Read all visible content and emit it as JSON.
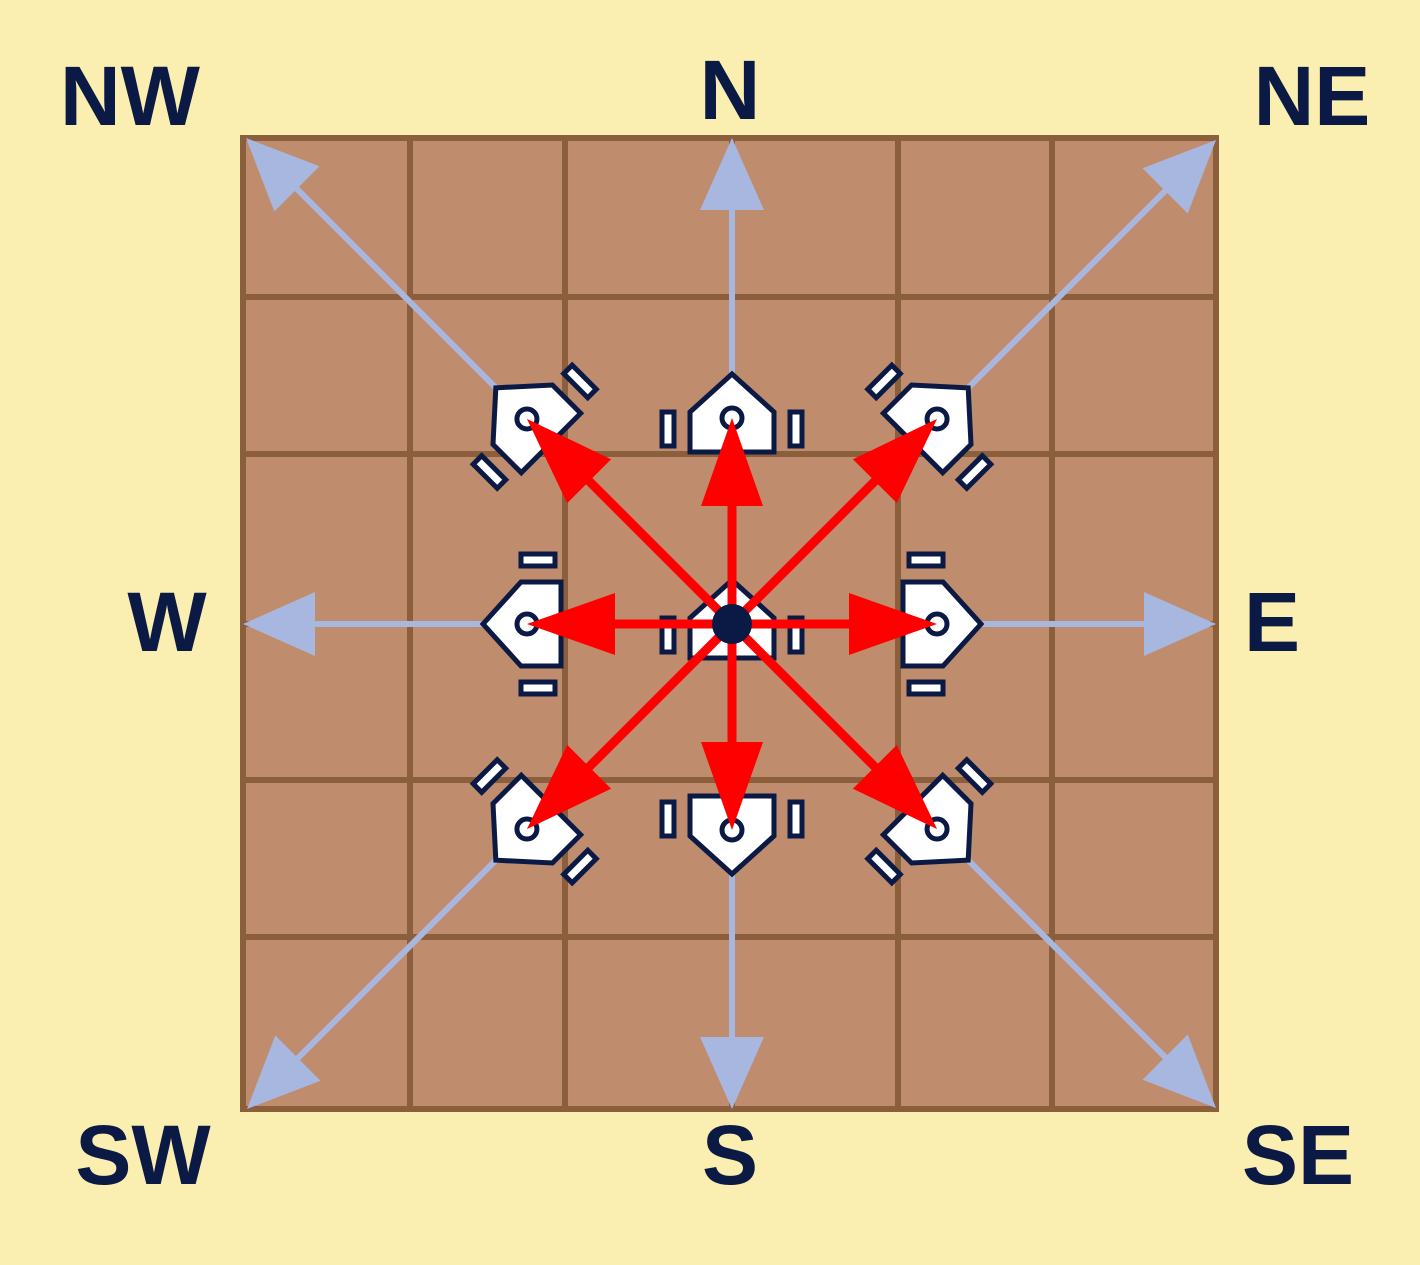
{
  "labels": {
    "nw": "NW",
    "n": "N",
    "ne": "NE",
    "w": "W",
    "e": "E",
    "sw": "SW",
    "s": "S",
    "se": "SE"
  },
  "grid": {
    "columns": 6,
    "rows": 6
  },
  "icons": {
    "robot": "robot-top-view-icon",
    "center_dot": "center-dot-icon"
  },
  "colors": {
    "background": "#faeeb0",
    "board_fill": "#bf8c6d",
    "board_lines": "#8b5e3c",
    "compass_arrows": "#a7b7e0",
    "move_arrows": "#ff0000",
    "robot_fill": "#ffffff",
    "robot_outline": "#0b1a44",
    "label_text": "#0b1a44"
  }
}
